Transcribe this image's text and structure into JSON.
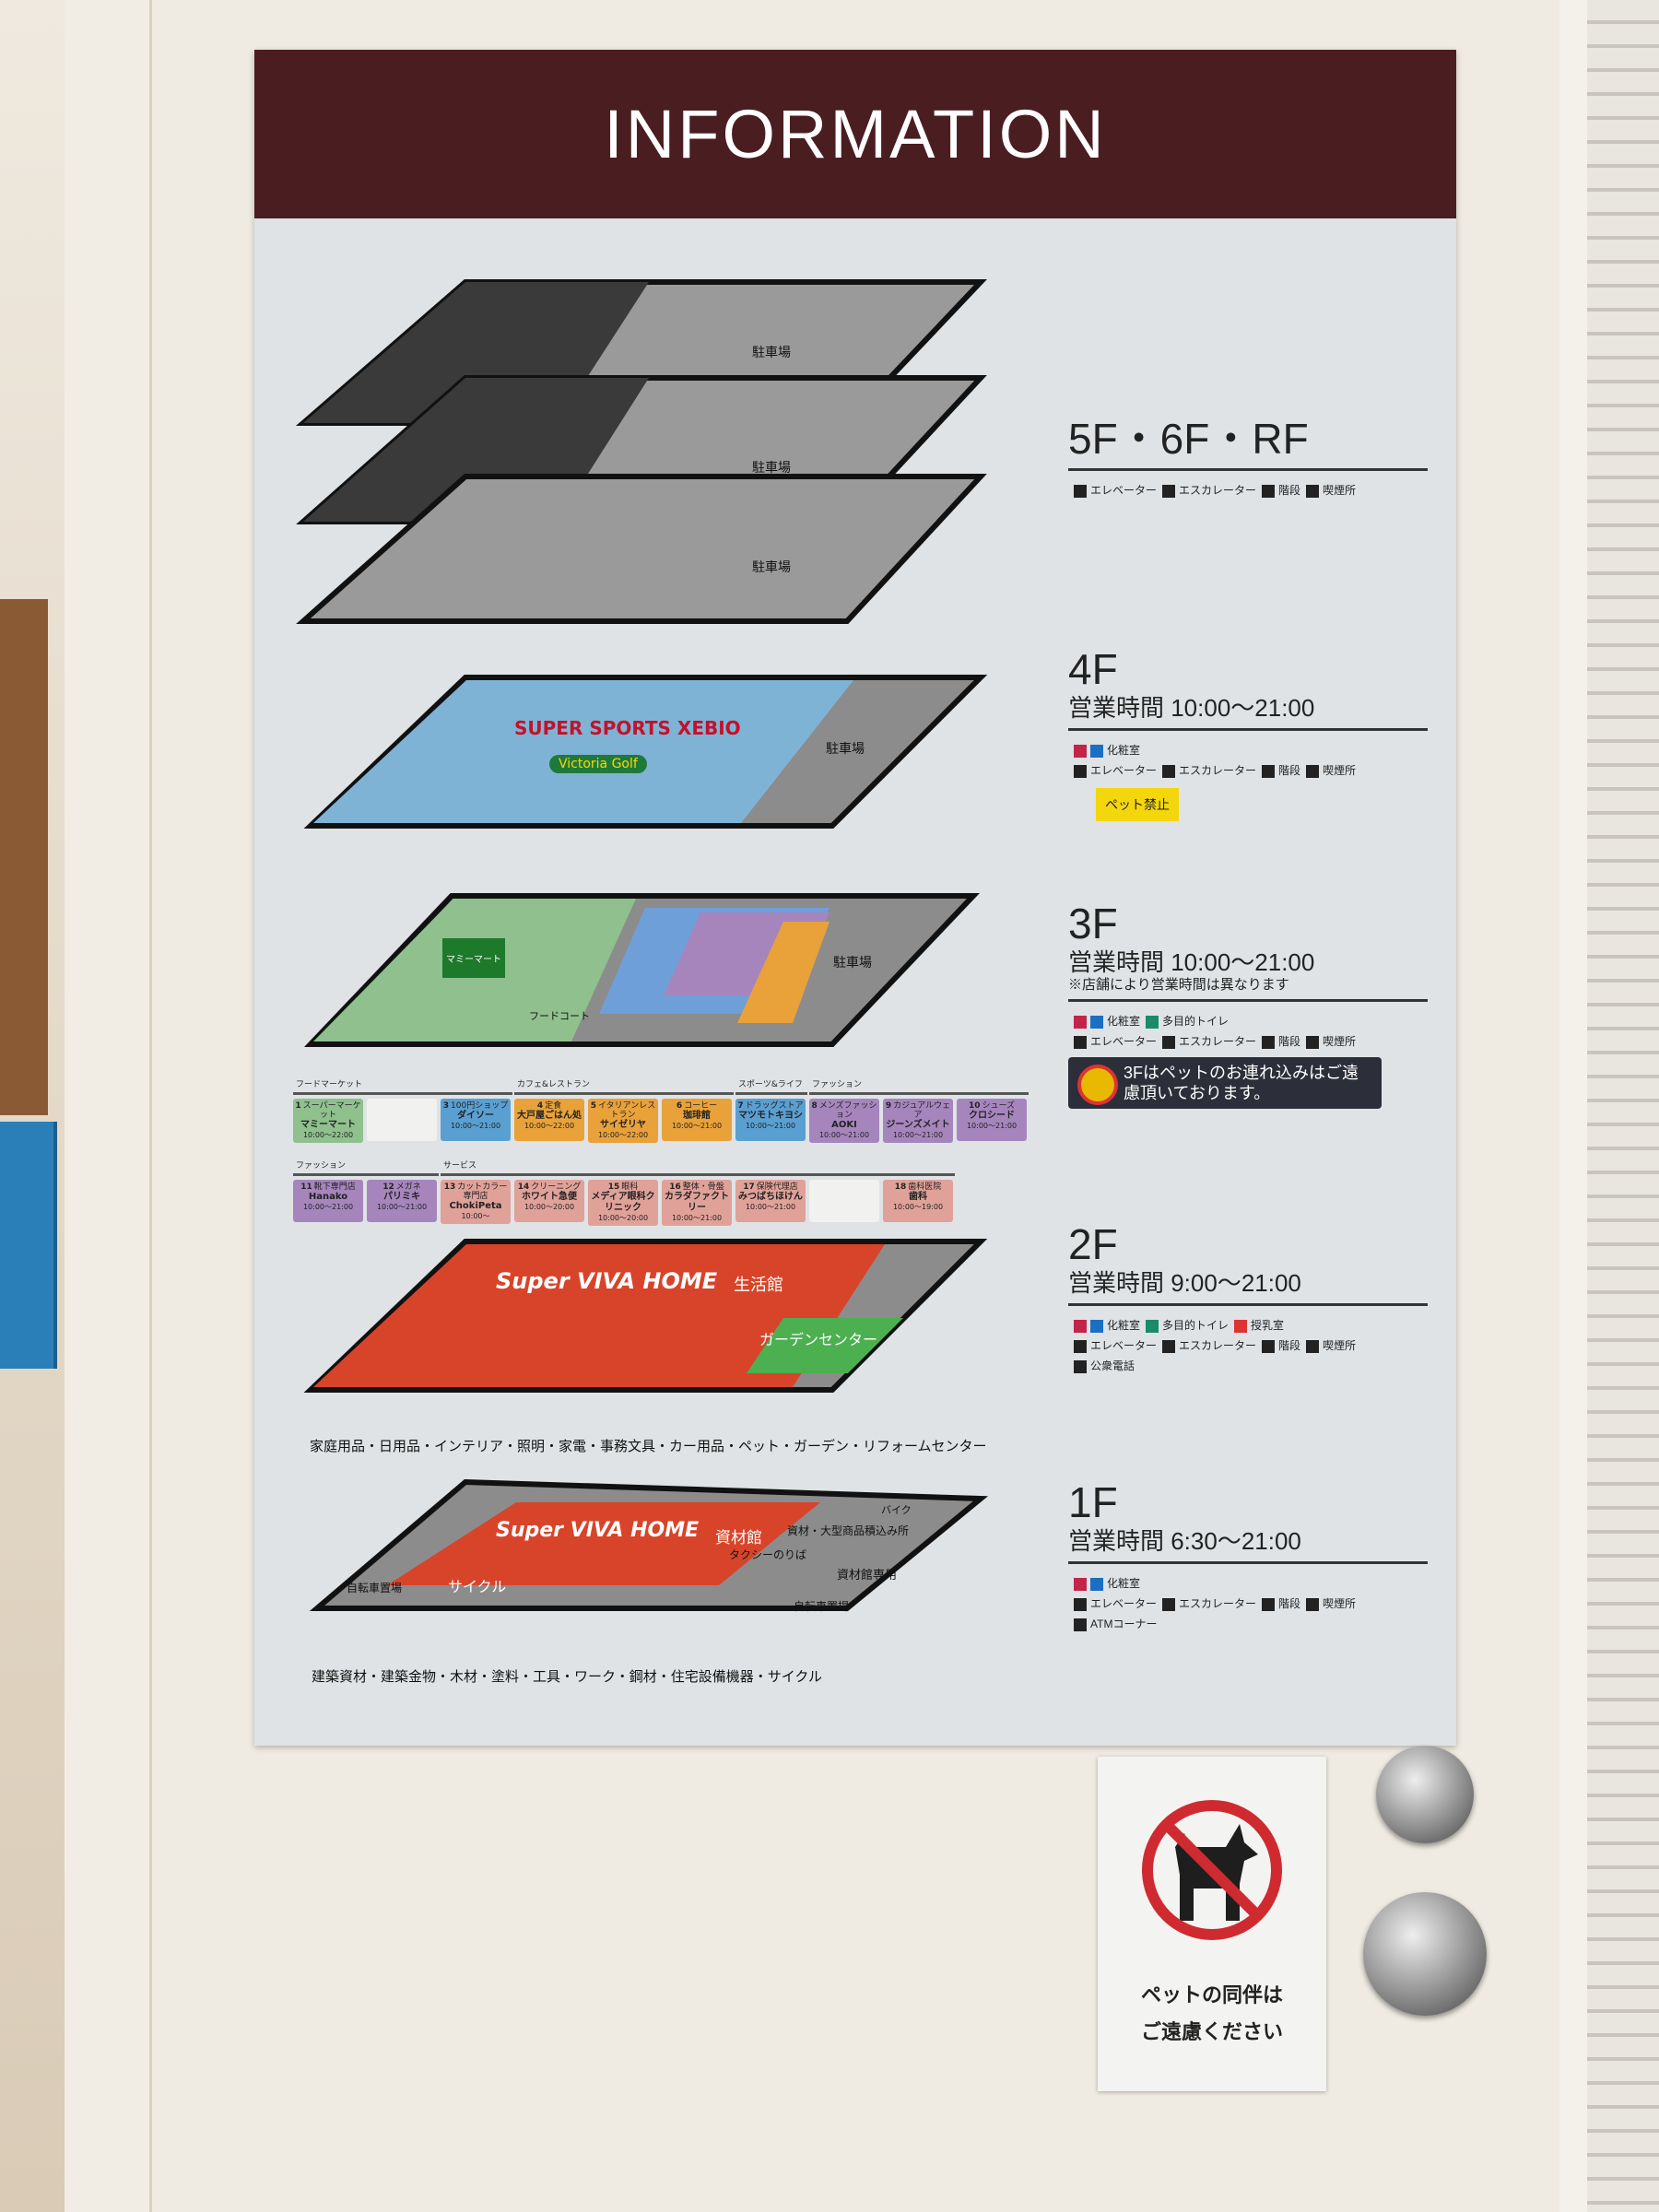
{
  "header": {
    "title": "INFORMATION"
  },
  "legend": {
    "elevator": "エレベーター",
    "escalator": "エスカレーター",
    "stairs": "階段",
    "smoking": "喫煙所",
    "restroom": "化粧室",
    "multipurpose": "多目的トイレ",
    "nursing": "授乳室",
    "phone": "公衆電話",
    "atm": "ATMコーナー"
  },
  "floors": {
    "f5": {
      "title": "5F・6F・RF"
    },
    "f4": {
      "title": "4F",
      "hours": "営業時間 10:00～21:00",
      "badge": "ペット禁止"
    },
    "f3": {
      "title": "3F",
      "hours": "営業時間 10:00～21:00",
      "note": "※店舗により営業時間は異なります",
      "pet_notice": "3Fはペットのお連れ込みはご遠慮頂いております。"
    },
    "f2": {
      "title": "2F",
      "hours": "営業時間 9:00～21:00"
    },
    "f1": {
      "title": "1F",
      "hours": "営業時間 6:30～21:00"
    }
  },
  "map_labels": {
    "parking": "駐車場",
    "xebio": "SUPER SPORTS XEBIO",
    "victoria": "Victoria Golf",
    "mammy_logo": "マミーマート",
    "food_court": "フードコート",
    "viva2": "Super VIVA HOME",
    "seikatsukan": "生活館",
    "garden": "ガーデンセンター",
    "viva1": "Super VIVA HOME",
    "shizaikan": "資材館",
    "cycle": "サイクル",
    "bike": "バイク",
    "bulky": "資材・大型商品積込み所",
    "taxi": "タクシーのりば",
    "shizai_parking": "資材館専用",
    "bicycle_parking": "自転車置場"
  },
  "floor2_categories": "家庭用品・日用品・インテリア・照明・家電・事務文具・カー用品・ペット・ガーデン・リフォームセンター",
  "floor1_categories": "建築資材・建築金物・木材・塗料・工具・ワーク・鋼材・住宅設備機器・サイクル",
  "store_categories": [
    "フードマーケット",
    "カフェ&レストラン",
    "スポーツ&ライフ",
    "ファッション",
    "ファッション",
    "サービス"
  ],
  "stores": [
    {
      "no": "1",
      "type": "スーパーマーケット",
      "name": "マミーマート",
      "hours": "10:00～22:00",
      "color": "#8fc08e"
    },
    {
      "no": "",
      "type": "",
      "name": "",
      "hours": "",
      "color": "#f1f2f0"
    },
    {
      "no": "3",
      "type": "100円ショップ",
      "name": "ダイソー",
      "hours": "10:00～21:00",
      "color": "#5a9fd1"
    },
    {
      "no": "4",
      "type": "定食",
      "name": "大戸屋ごはん処",
      "hours": "10:00～22:00",
      "color": "#e9a13a"
    },
    {
      "no": "5",
      "type": "イタリアンレストラン",
      "name": "サイゼリヤ",
      "hours": "10:00～22:00",
      "color": "#e9a13a"
    },
    {
      "no": "6",
      "type": "コーヒー",
      "name": "珈琲館",
      "hours": "10:00～21:00",
      "color": "#e9a13a"
    },
    {
      "no": "7",
      "type": "ドラッグストア",
      "name": "マツモトキヨシ",
      "hours": "10:00～21:00",
      "color": "#5a9fd1"
    },
    {
      "no": "8",
      "type": "メンズファッション",
      "name": "AOKI",
      "hours": "10:00～21:00",
      "color": "#a685bd"
    },
    {
      "no": "9",
      "type": "カジュアルウェア",
      "name": "ジーンズメイト",
      "hours": "10:00～21:00",
      "color": "#a685bd"
    },
    {
      "no": "10",
      "type": "シューズ",
      "name": "クロシード",
      "hours": "10:00～21:00",
      "color": "#a685bd"
    },
    {
      "no": "11",
      "type": "靴下専門店",
      "name": "Hanako",
      "hours": "10:00～21:00",
      "color": "#a685bd"
    },
    {
      "no": "12",
      "type": "メガネ",
      "name": "パリミキ",
      "hours": "10:00～21:00",
      "color": "#a685bd"
    },
    {
      "no": "13",
      "type": "カットカラー専門店",
      "name": "ChokiPeta",
      "hours": "10:00～",
      "color": "#e0a199"
    },
    {
      "no": "14",
      "type": "クリーニング",
      "name": "ホワイト急便",
      "hours": "10:00～20:00",
      "color": "#e0a199"
    },
    {
      "no": "15",
      "type": "眼科",
      "name": "メディア眼科クリニック",
      "hours": "10:00～20:00",
      "color": "#e0a199"
    },
    {
      "no": "16",
      "type": "整体・骨盤",
      "name": "カラダファクトリー",
      "hours": "10:00～21:00",
      "color": "#e0a199"
    },
    {
      "no": "17",
      "type": "保険代理店",
      "name": "みつばちほけん",
      "hours": "10:00～21:00",
      "color": "#e0a199"
    },
    {
      "no": "",
      "type": "",
      "name": "",
      "hours": "",
      "color": "#f1f2f0"
    },
    {
      "no": "18",
      "type": "歯科医院",
      "name": "歯科",
      "hours": "10:00～19:00",
      "color": "#e0a199"
    }
  ],
  "pet_sign": {
    "line1": "ペットの同伴は",
    "line2": "ご遠慮ください"
  },
  "colors": {
    "header": "#4a1d21",
    "sign": "#dfe3e5",
    "floor4": "#7fb3d6",
    "floor3": "#8fc08e",
    "floor2": "#d8442a",
    "no_pets": "#d32f2f"
  }
}
